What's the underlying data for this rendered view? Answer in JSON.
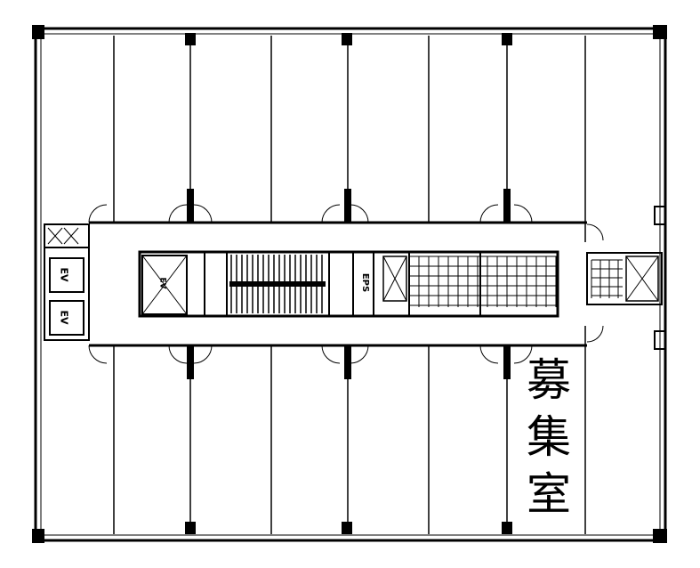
{
  "floor_plan": {
    "elevator_labels": [
      "EV",
      "EV",
      "EV"
    ],
    "eps_label": "EPS",
    "vacancy_label_chars": [
      "募",
      "集",
      "室"
    ]
  },
  "colors": {
    "line": "#000000",
    "background": "#ffffff"
  }
}
